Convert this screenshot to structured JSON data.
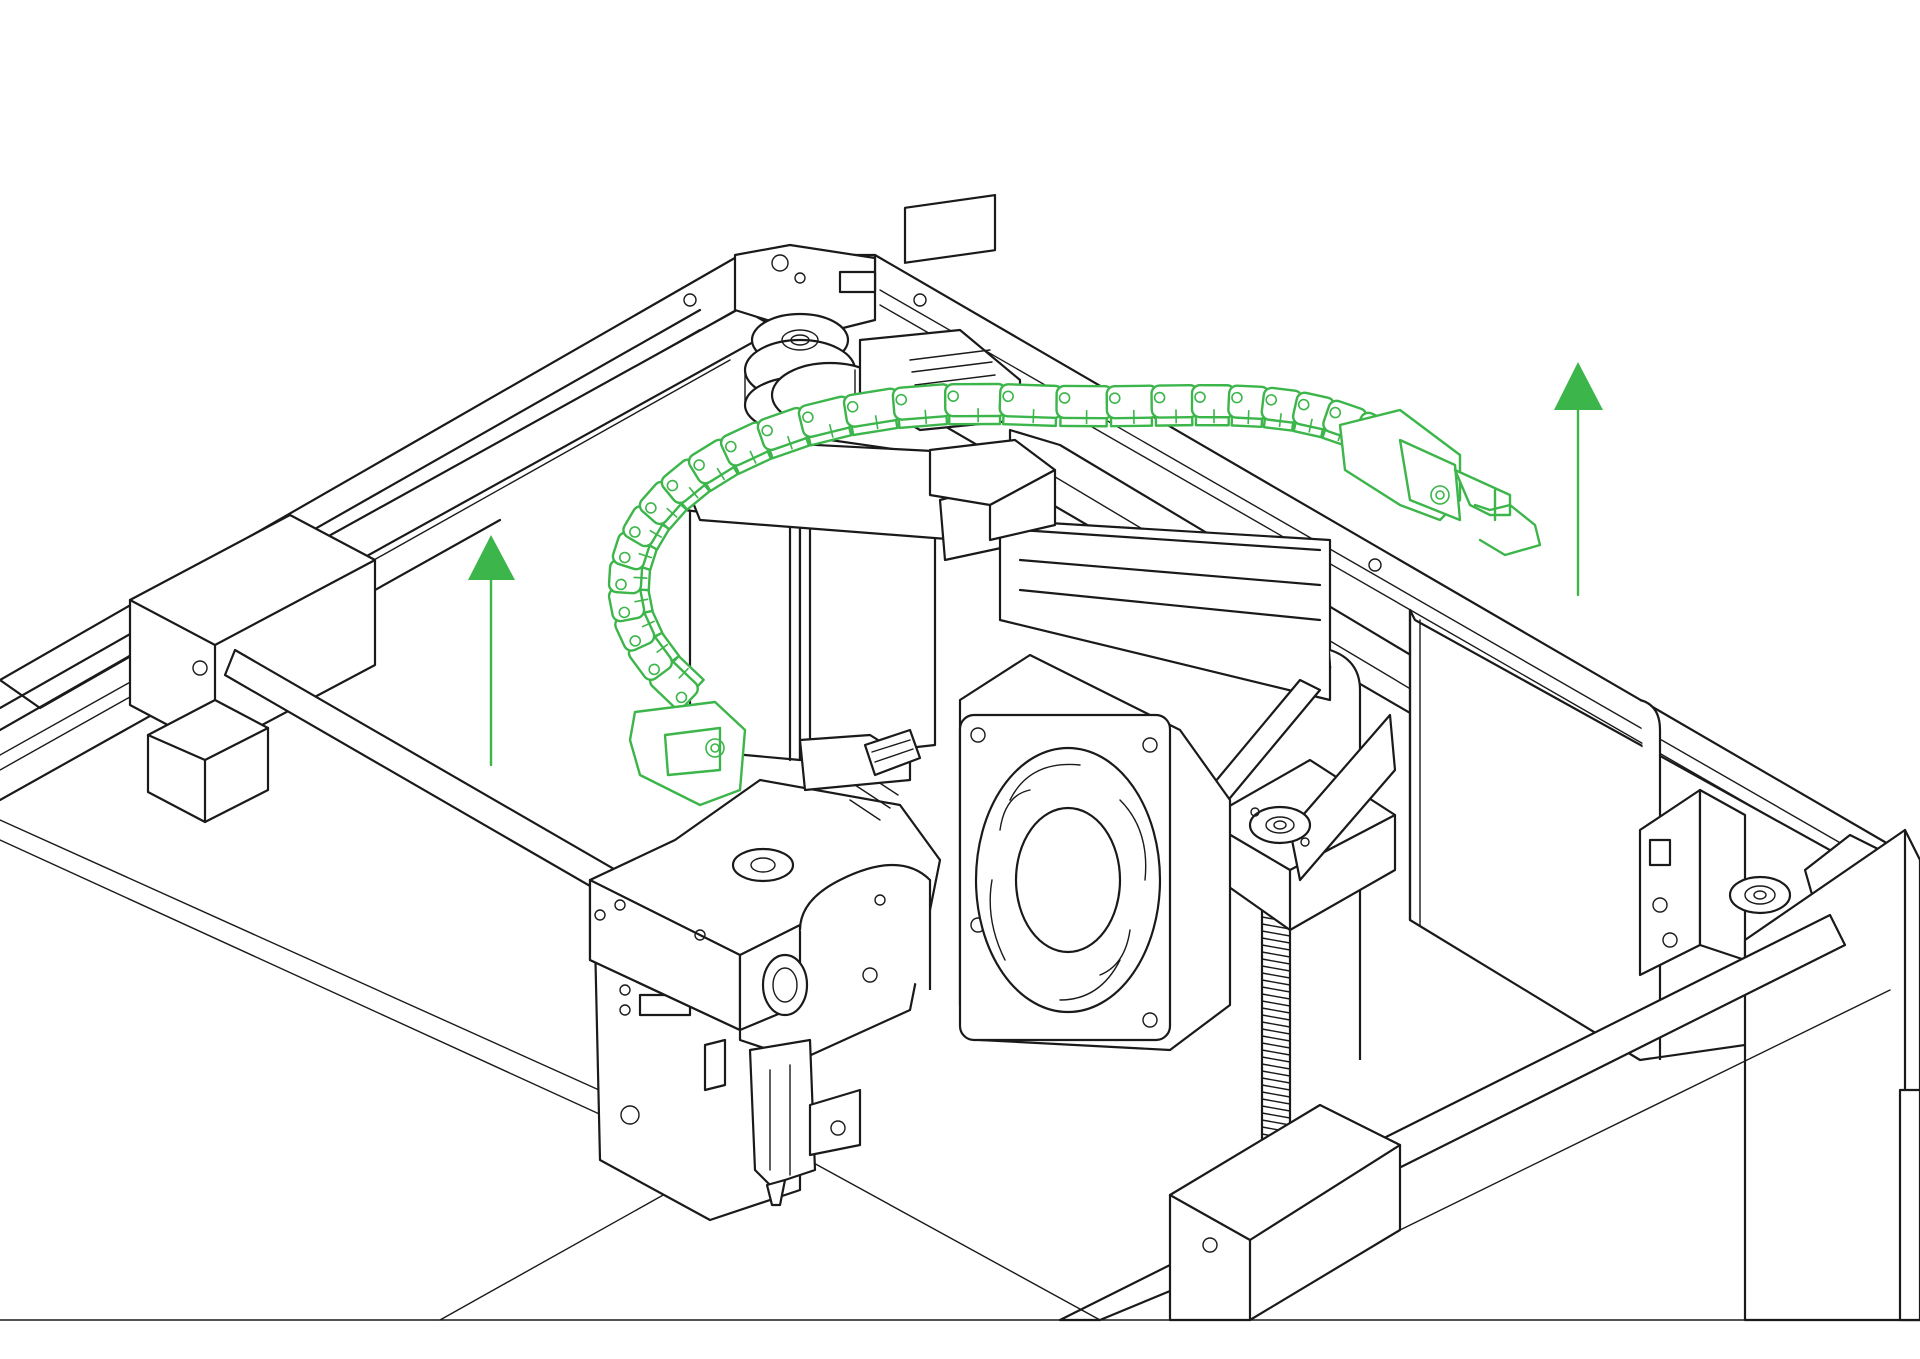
{
  "colors": {
    "accent": "#3cb54a",
    "line": "#1a1a1a",
    "background": "#ffffff"
  },
  "icons": {
    "up_arrow_left": "arrow-up",
    "up_arrow_right": "arrow-up"
  },
  "illustration": {
    "highlighted_part": "cable-chain",
    "arrow_count": 2,
    "arrow_direction": "up"
  }
}
